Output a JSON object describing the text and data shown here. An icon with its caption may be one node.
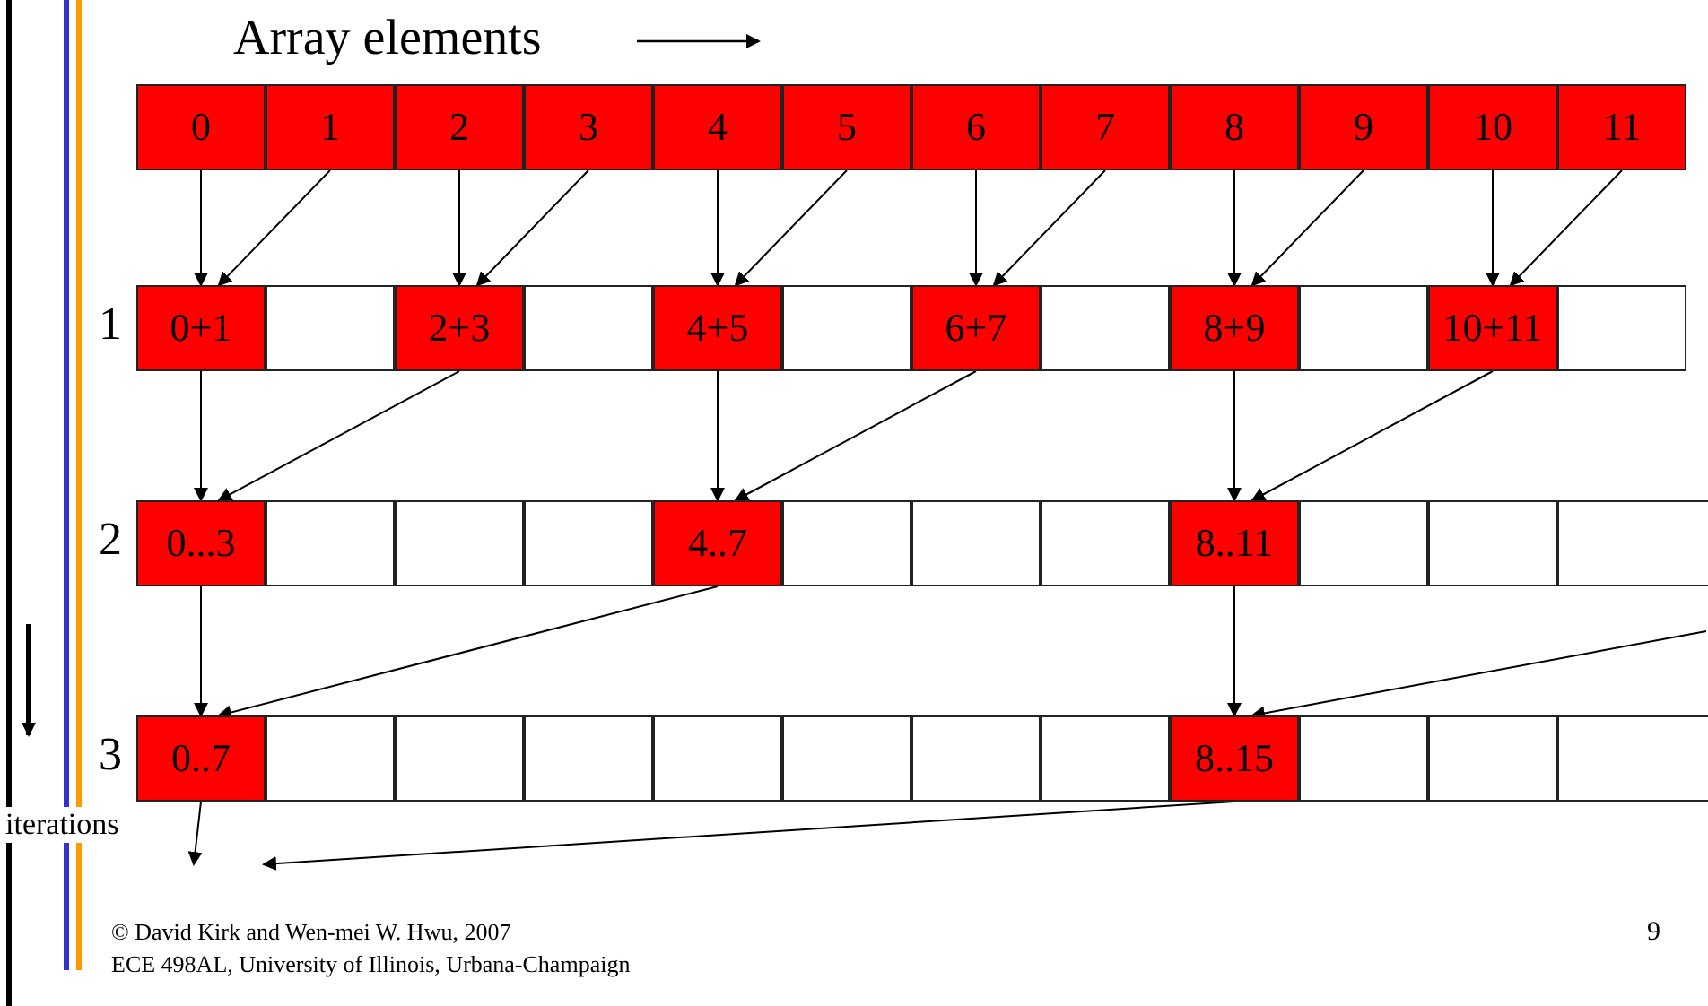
{
  "diagram": {
    "nodes": [
      {
        "text": [
          "0"
        ]
      },
      {
        "text": [
          "1"
        ]
      },
      {
        "text": [
          "2"
        ]
      },
      {
        "text": [
          "3"
        ]
      },
      {
        "text": [
          "4"
        ]
      },
      {
        "text": [
          "5"
        ]
      },
      {
        "text": [
          "6"
        ]
      },
      {
        "text": [
          "7"
        ]
      },
      {
        "text": [
          "8"
        ]
      },
      {
        "text": [
          "9"
        ]
      },
      {
        "text": [
          "10"
        ]
      },
      {
        "text": [
          "11"
        ]
      },
      {
        "text": [
          "0+1"
        ]
      },
      {
        "text": [],
        "shape": "box"
      },
      {
        "text": [
          "2+3"
        ]
      },
      {
        "text": [],
        "shape": "box"
      },
      {
        "text": [
          "4+5"
        ]
      },
      {
        "text": [],
        "shape": "box"
      },
      {
        "text": [
          "6+7"
        ]
      },
      {
        "text": [],
        "shape": "box"
      },
      {
        "text": [
          "8+9"
        ]
      },
      {
        "text": [],
        "shape": "box"
      },
      {
        "text": [
          "10+11"
        ]
      },
      {
        "text": [],
        "shape": "box"
      },
      {
        "text": [
          "0...3"
        ]
      },
      {
        "text": [],
        "shape": "box"
      },
      {
        "text": [],
        "shape": "box"
      },
      {
        "text": [],
        "shape": "box"
      },
      {
        "text": [
          "4..7"
        ]
      },
      {
        "text": [],
        "shape": "box"
      },
      {
        "text": [],
        "shape": "box"
      },
      {
        "text": [],
        "shape": "box"
      },
      {
        "text": [
          "8..11"
        ]
      },
      {
        "text": [],
        "shape": "box"
      },
      {
        "text": [],
        "shape": "box"
      },
      {
        "text": [],
        "shape": "box"
      },
      {
        "text": [
          "0..7"
        ]
      },
      {
        "text": [],
        "shape": "box"
      },
      {
        "text": [],
        "shape": "box"
      },
      {
        "text": [],
        "shape": "box"
      },
      {
        "text": [],
        "shape": "box"
      },
      {
        "text": [],
        "shape": "box"
      },
      {
        "text": [],
        "shape": "box"
      },
      {
        "text": [],
        "shape": "box"
      },
      {
        "text": [
          "8..15"
        ]
      },
      {
        "text": [],
        "shape": "box"
      },
      {
        "text": [],
        "shape": "box"
      },
      {
        "text": [],
        "shape": "box"
      }
    ],
    "edges": [
      {
        "from": 0,
        "to": 12,
        "arrow": "to"
      },
      {
        "from": 1,
        "to": 12,
        "arrow": "to"
      },
      {
        "from": 2,
        "to": 14,
        "arrow": "to"
      },
      {
        "from": 3,
        "to": 14,
        "arrow": "to"
      },
      {
        "from": 4,
        "to": 16,
        "arrow": "to"
      },
      {
        "from": 5,
        "to": 16,
        "arrow": "to"
      },
      {
        "from": 6,
        "to": 18,
        "arrow": "to"
      },
      {
        "from": 7,
        "to": 18,
        "arrow": "to"
      },
      {
        "from": 8,
        "to": 20,
        "arrow": "to"
      },
      {
        "from": 9,
        "to": 20,
        "arrow": "to"
      },
      {
        "from": 10,
        "to": 22,
        "arrow": "to"
      },
      {
        "from": 11,
        "to": 22,
        "arrow": "to"
      },
      {
        "from": 12,
        "to": 24,
        "arrow": "to"
      },
      {
        "from": 14,
        "to": 24,
        "arrow": "to"
      },
      {
        "from": 16,
        "to": 28,
        "arrow": "to"
      },
      {
        "from": 18,
        "to": 28,
        "arrow": "to"
      },
      {
        "from": 20,
        "to": 32,
        "arrow": "to"
      },
      {
        "from": 22,
        "to": 32,
        "arrow": "to"
      },
      {
        "from": 24,
        "to": 36,
        "arrow": "to"
      },
      {
        "from": 28,
        "to": 36,
        "arrow": "to"
      },
      {
        "from": 32,
        "to": 44,
        "arrow": "to"
      },
      {
        "from": null,
        "to": 44,
        "arrow": "to"
      },
      {
        "from": 36,
        "to": null,
        "arrow": "to"
      },
      {
        "from": 44,
        "to": null,
        "arrow": "to"
      }
    ],
    "labels": [
      "Array elements",
      "1",
      "2",
      "3",
      "iterations",
      "© David Kirk and Wen-mei W. Hwu, 2007",
      "ECE 498AL, University of Illinois, Urbana-Champaign",
      "9"
    ]
  }
}
